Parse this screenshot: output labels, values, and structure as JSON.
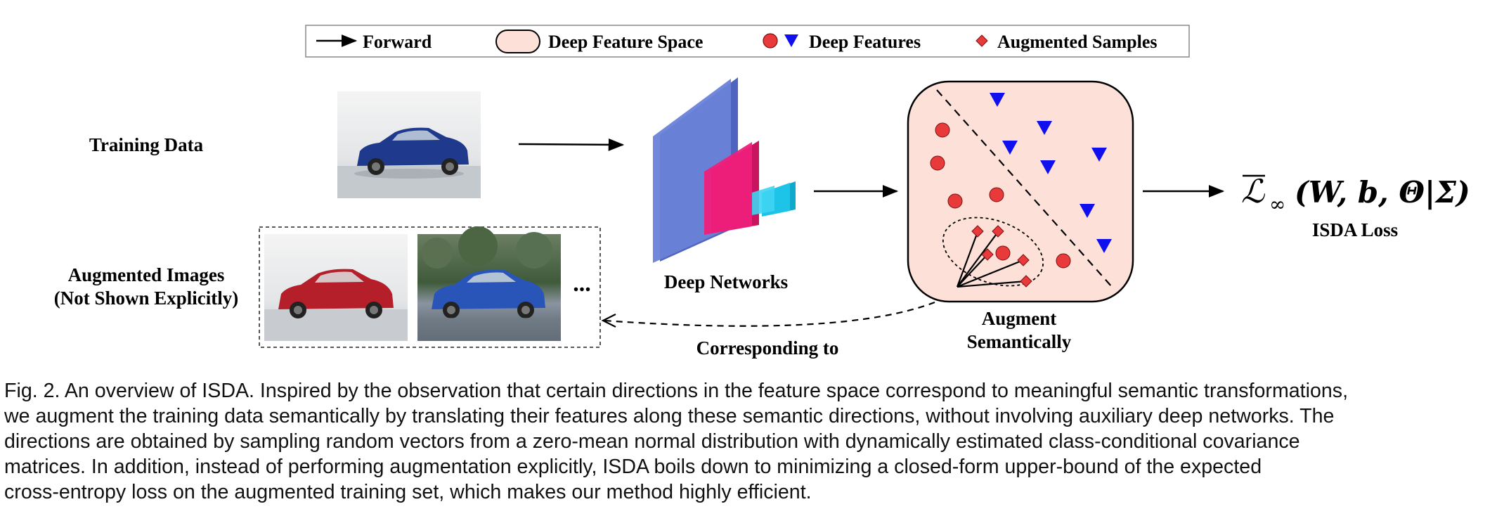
{
  "legend": {
    "forward": "Forward",
    "deep_feature_space": "Deep Feature Space",
    "deep_features": "Deep Features",
    "augmented_samples": "Augmented Samples"
  },
  "labels": {
    "training_data": "Training Data",
    "augmented_images_line1": "Augmented Images",
    "augmented_images_line2": "(Not Shown Explicitly)",
    "ellipsis": "...",
    "deep_networks": "Deep Networks",
    "augment_line1": "Augment",
    "augment_line2": "Semantically",
    "corresponding_to": "Corresponding to",
    "isda_loss": "ISDA Loss"
  },
  "formula": {
    "symbol": "ℒ",
    "subscript": "∞",
    "args": "(W, b, Θ|Σ)"
  },
  "colors": {
    "feature_space_fill": "#fde0d8",
    "feature_circle": "#e83a3a",
    "feature_triangle": "#1010ee",
    "layer_blue": "#5a73cc",
    "layer_pink": "#ee1f7a",
    "layer_cyan": "#1ec4e8",
    "car_blue": "#1f3a8c",
    "car_red": "#b51f2a"
  },
  "caption": {
    "lines": [
      "Fig. 2. An overview of ISDA. Inspired by the observation that certain directions in the feature space correspond to meaningful semantic transformations,",
      "we augment the training data semantically by translating their features along these semantic directions, without involving auxiliary deep networks. The",
      "directions are obtained by sampling random vectors from a zero-mean normal distribution with dynamically estimated class-conditional covariance",
      "matrices. In addition, instead of performing augmentation explicitly, ISDA boils down to minimizing a closed-form upper-bound of the expected",
      "cross-entropy loss on the augmented training set, which makes our method highly efficient."
    ]
  }
}
